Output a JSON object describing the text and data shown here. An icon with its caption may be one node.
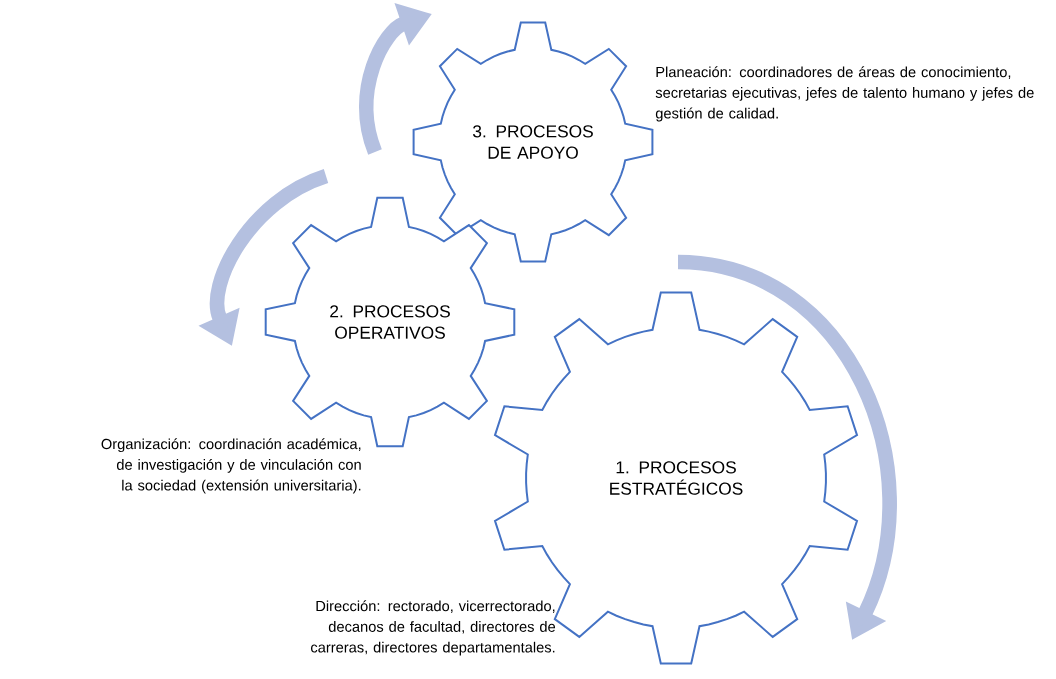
{
  "diagram": {
    "nodes": [
      {
        "text": [
          "3. PROCESOS DE APOYO"
        ],
        "beside": [
          "Planeación: coordinadores de áreas de conocimiento, secretarias ejecutivas, jefes de talento humano y jefes de gestión de calidad."
        ]
      },
      {
        "text": [
          "2. PROCESOS OPERATIVOS"
        ],
        "beside": [
          "Organización: coordinación académica, de investigación y de vinculación con la sociedad (extensión universitaria)."
        ]
      },
      {
        "text": [
          "1. PROCESOS ESTRATÉGICOS"
        ],
        "beside": [
          "Dirección: rectorado, vicerrectorado, decanos de facultad, directores de carreras, directores departamentales."
        ]
      }
    ]
  }
}
